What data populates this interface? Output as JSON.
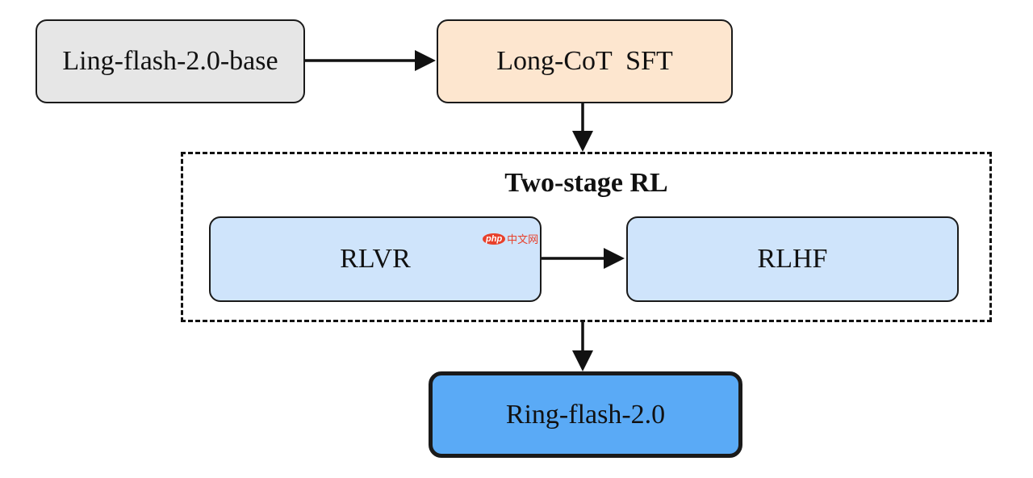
{
  "nodes": {
    "base_model": {
      "label": "Ling-flash-2.0-base",
      "fill": "#e6e6e6"
    },
    "sft": {
      "label": "Long-CoT  SFT",
      "fill": "#fde6cf"
    },
    "rlvr": {
      "label": "RLVR",
      "fill": "#cfe4fb"
    },
    "rlhf": {
      "label": "RLHF",
      "fill": "#cfe4fb"
    },
    "final_model": {
      "label": "Ring-flash-2.0",
      "fill": "#5aaaf6"
    }
  },
  "stage_group": {
    "title": "Two-stage RL"
  },
  "edges": [
    {
      "from": "base_model",
      "to": "sft"
    },
    {
      "from": "sft",
      "to": "stage_group"
    },
    {
      "from": "rlvr",
      "to": "rlhf"
    },
    {
      "from": "stage_group",
      "to": "final_model"
    }
  ],
  "watermark": {
    "badge": "php",
    "text": "中文网",
    "color": "#e8402b"
  }
}
